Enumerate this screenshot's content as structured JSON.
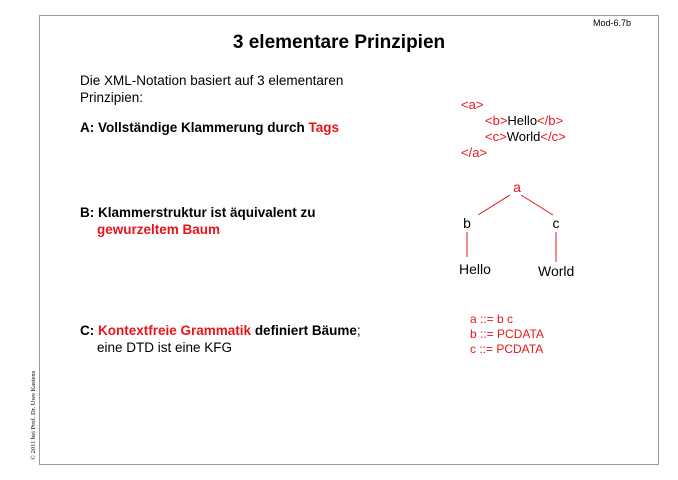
{
  "slide_id": "Mod-6.7b",
  "title": "3 elementare Prinzipien",
  "intro": "Die XML-Notation basiert auf 3 elementaren Prinzipien:",
  "point_a": {
    "label": "A: Vollständige Klammerung durch ",
    "highlight": "Tags"
  },
  "point_b": {
    "label": "B: Klammerstruktur ist äquivalent zu",
    "highlight": "gewurzeltem Baum"
  },
  "point_c": {
    "highlight": "Kontextfreie Grammatik",
    "label": " definiert Bäume",
    "tail": ";",
    "line2": "eine DTD ist eine KFG",
    "prefix": "C: "
  },
  "xml_example": {
    "open_a": "<a>",
    "open_b": "<b>",
    "text_b": "Hello",
    "close_b": "</b>",
    "open_c": "<c>",
    "text_c": "World",
    "close_c": "</c>",
    "close_a": "</a>"
  },
  "tree": {
    "root": "a",
    "left": "b",
    "right": "c",
    "left_leaf": "Hello",
    "right_leaf": "World"
  },
  "grammar": [
    "a ::= b c",
    "b ::= PCDATA",
    "c ::= PCDATA"
  ],
  "copyright": "© 2011 bei Prof. Dr. Uwe Kastens",
  "colors": {
    "accent": "#e8141c",
    "frame": "#9a9a9a"
  }
}
